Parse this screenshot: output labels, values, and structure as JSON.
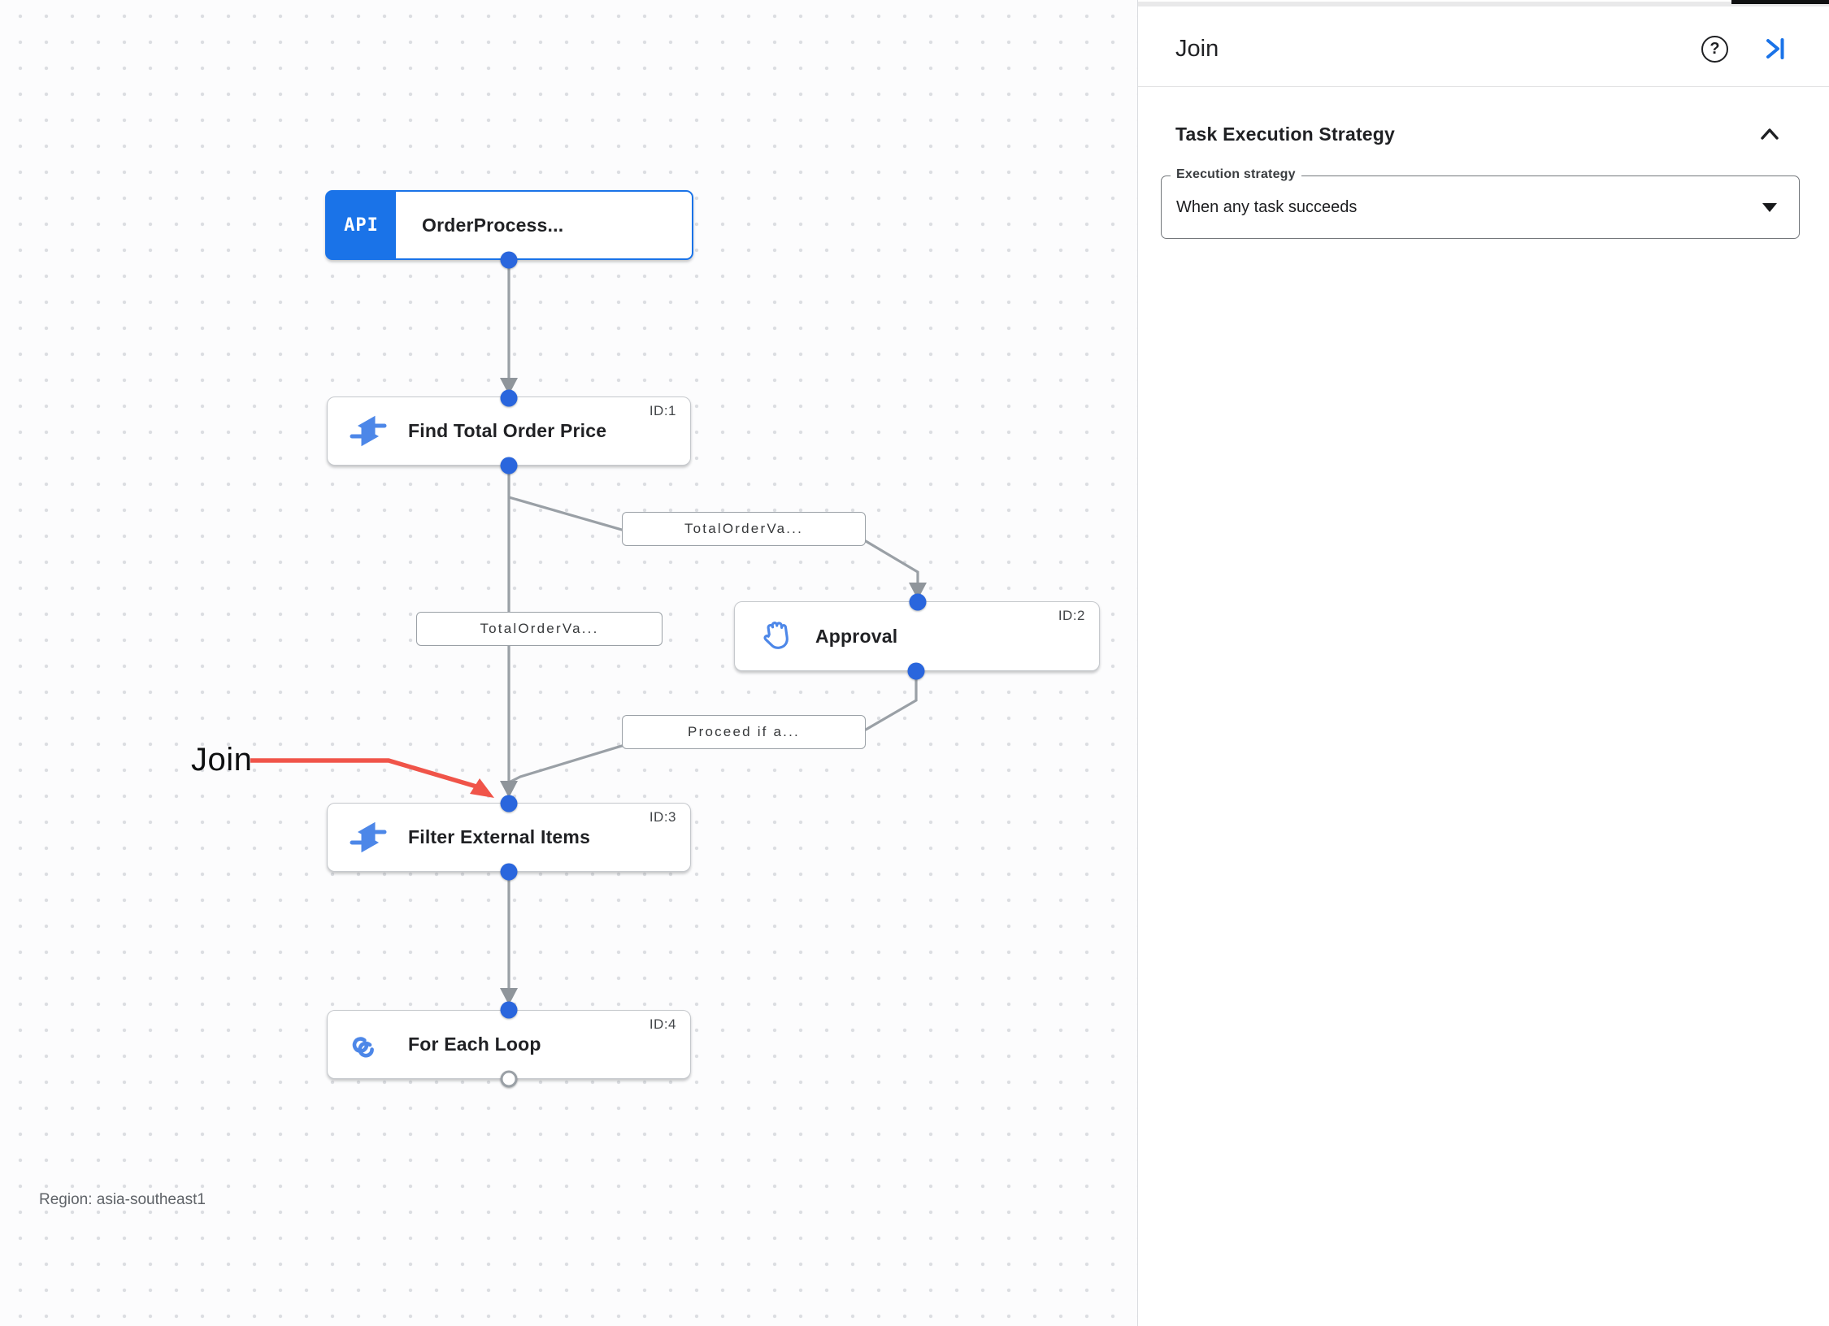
{
  "canvas": {
    "nodes": [
      {
        "title": "OrderProcess...",
        "badge": "API",
        "id_label": "",
        "icon": "api-trigger"
      },
      {
        "title": "Find Total Order Price",
        "id_label": "ID:1",
        "icon": "data-mapping"
      },
      {
        "title": "Approval",
        "id_label": "ID:2",
        "icon": "approval-hand"
      },
      {
        "title": "Filter External Items",
        "id_label": "ID:3",
        "icon": "data-mapping"
      },
      {
        "title": "For Each Loop",
        "id_label": "ID:4",
        "icon": "for-each-loop"
      }
    ],
    "edge_labels": [
      "TotalOrderVa...",
      "TotalOrderVa...",
      "Proceed if a..."
    ],
    "annotation": {
      "label": "Join",
      "color": "#f05449"
    },
    "region_label": "Region: asia-southeast1"
  },
  "panel": {
    "title": "Join",
    "section": {
      "title": "Task Execution Strategy"
    },
    "field": {
      "label": "Execution strategy",
      "value": "When any task succeeds"
    }
  },
  "colors": {
    "accent_blue": "#1a73e8",
    "icon_blue": "#4d87e8",
    "port_blue": "#2a66dd",
    "edge_gray": "#9aa0a6",
    "annotation_red": "#f05449"
  }
}
